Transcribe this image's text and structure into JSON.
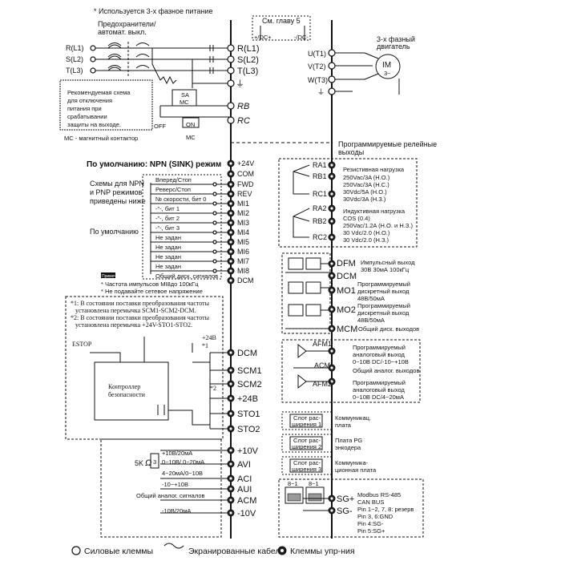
{
  "notes": {
    "three_phase": "* Используется 3-х фазное питание",
    "fuses_1": "Предохранители/",
    "fuses_2": "автомат. выкл.",
    "rec_1": "Рекомендуемая схема",
    "rec_2": "для отключения",
    "rec_3": "питания при",
    "rec_4": "срабатывании",
    "rec_5": "защиты на выходе.",
    "mc_note": "MC - магнитный контактор",
    "see_ch5": "См. главу 5",
    "motor_1": "3-х фазный",
    "motor_2": "двигатель",
    "motor_symbol": "IM",
    "motor_sub": "3~",
    "relay_title_1": "Программируемые релейные",
    "relay_title_2": "выходы"
  },
  "power_inputs": [
    {
      "label": "R(L1)"
    },
    {
      "label": "S(L2)"
    },
    {
      "label": "T(L3)"
    }
  ],
  "power_terminals": [
    {
      "label": "R(L1)"
    },
    {
      "label": "S(L2)"
    },
    {
      "label": "T(L3)"
    },
    {
      "label": "⏚"
    }
  ],
  "dc_terminals": {
    "dc_plus": "+/DC+",
    "dc_minus": "-/DC-"
  },
  "brake_terminals": [
    {
      "label": "RB"
    },
    {
      "label": "RC"
    }
  ],
  "contactor": {
    "sa": "SA",
    "mc": "MC",
    "off": "OFF",
    "on": "ON",
    "mc2": "MC"
  },
  "motor_terminals": [
    {
      "label": "U(T1)"
    },
    {
      "label": "V(T2)"
    },
    {
      "label": "W(T3)"
    },
    {
      "label": "⏚"
    }
  ],
  "digital": {
    "default_mode": "По умолчанию: NPN (SINK) режим",
    "npn_pnp_1": "Схемы для NPN",
    "npn_pnp_2": "и PNP режимов",
    "npn_pnp_3": "приведены ниже",
    "by_default": "По умолчанию",
    "terminals": [
      "+24V",
      "COM",
      "FWD",
      "REV",
      "MI1",
      "MI2",
      "MI3",
      "MI4",
      "MI5",
      "MI6",
      "MI7",
      "MI8",
      "DCM"
    ],
    "functions": [
      "Вперед/Стоп",
      "Реверс/Стоп",
      "№ скорости, бит 0",
      "-\"-, бит 1",
      "-\"-, бит 2",
      "-\"-, бит 3",
      "Не задан",
      "Не задан",
      "Не задан",
      "Не задан",
      "Общий диск. сигналов"
    ],
    "pulse_freq": "* Частота импульсов  MI8до 100кГц",
    "no_voltage": "* Не подавайте сетевое напряжение",
    "note_label": "Примечание"
  },
  "relays": {
    "group1": [
      "RA1",
      "RB1",
      "RC1"
    ],
    "group2": [
      "RA2",
      "RB2",
      "RC2"
    ],
    "text1": [
      "Резистивная нагрузка",
      "250Vac/3A (Н.О.)",
      "250Vac/3A (Н.С.)",
      "30Vdc/5A (Н.О.)",
      "30Vdc/3A (Н.З.)"
    ],
    "text2": [
      "Индуктивная нагрузка",
      "COS (0.4)",
      "250Vac/1.2A (Н.О. и Н.З.)",
      "30 Vdc/2.0 (Н.О.)",
      "30 Vdc/2.0 (Н.З.)"
    ]
  },
  "outputs": {
    "dfm": "DFM",
    "dfm_text": [
      "Импульсный выход",
      "30В 30мА 100кГц"
    ],
    "dcm": "DCM",
    "mo1": "MO1",
    "mo1_text": [
      "Программируемый",
      "дискретный выход",
      "48В/50мА"
    ],
    "mo2": "MO2",
    "mo2_text": [
      "Программируемый",
      "дискретный выход",
      "48В/50мА"
    ],
    "mcm": "MCM",
    "mcm_text": "Общий диск. выходов"
  },
  "analog_out": {
    "afm1": "AFM1",
    "afm1_text": [
      "Программируемый",
      "аналоговый выход",
      "0~10В DC/-10~+10В"
    ],
    "acm": "ACM",
    "acm_text": "Общий аналог. выходов",
    "afm2": "AFM2",
    "afm2_text": [
      "Программируемый",
      "аналоговый выход",
      "0~10В DC/4~20мА"
    ]
  },
  "safety": {
    "note1_1": "*1: В состоянии поставки преобразования частоты",
    "note1_2": "установлена перемычка SCM1-SCM2-DCM.",
    "note2_1": "*2: В состоянии поставки преобразования частоты",
    "note2_2": "установлена перемычка +24V-STO1-STO2.",
    "estop": "ESTOP",
    "plus24": "+24В",
    "star1": "*1",
    "star2": "*2",
    "controller_1": "Контроллер",
    "controller_2": "безопасности",
    "terminals": [
      "DCM",
      "SCM1",
      "SCM2",
      "+24В",
      "STO1",
      "STO2"
    ]
  },
  "slots": {
    "slot1_1": "Слот рас-",
    "slot1_2": "ширения 1",
    "slot1_r1": "Коммуникац.",
    "slot1_r2": "плата",
    "slot2_1": "Слот рас-",
    "slot2_2": "ширения 2",
    "slot2_r1": "Плата PG",
    "slot2_r2": "энкодера",
    "slot3_1": "Слот рас-",
    "slot3_2": "ширения 3",
    "slot3_r1": "Коммуника-",
    "slot3_r2": "ционная плата"
  },
  "analog_in": {
    "terminals": [
      "+10V",
      "AVI",
      "ACI",
      "AUI",
      "ACM",
      "-10V"
    ],
    "pot": "5K",
    "ohm": "Ω",
    "labels": [
      "+10В/20мА",
      "0~10В/ 0~20мА",
      "4~20мА/0~10В",
      "-10~+10В",
      "Общий аналог. сигналов",
      "-10В/20мА"
    ]
  },
  "comm": {
    "ports": [
      "8~1",
      "8~1"
    ],
    "terminals": [
      "SG+",
      "SG-"
    ],
    "text": [
      "Modbus RS-485",
      "CAN BUS",
      "Pin 1~2, 7, 8: резерв",
      "Pin 3, 6:GND",
      "Pin 4:SG-",
      "Pin 5:SG+"
    ]
  },
  "legend": {
    "power": "Силовые клеммы",
    "shielded": "Экранированные кабели",
    "control": "Клеммы упр-ния"
  }
}
